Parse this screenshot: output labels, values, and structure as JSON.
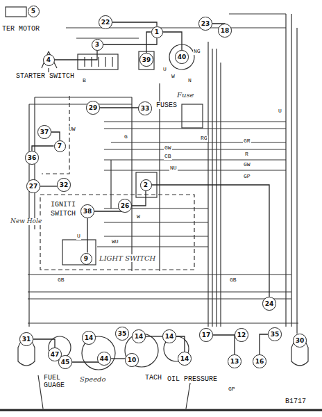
{
  "diagram": {
    "nodes": [
      {
        "text": [
          "5"
        ]
      },
      {
        "text": [
          "22"
        ]
      },
      {
        "text": [
          "1"
        ]
      },
      {
        "text": [
          "23"
        ]
      },
      {
        "text": [
          "18"
        ]
      },
      {
        "text": [
          "4"
        ]
      },
      {
        "text": [
          "3"
        ]
      },
      {
        "text": [
          "39"
        ]
      },
      {
        "text": [
          "40"
        ]
      },
      {
        "text": [
          "29"
        ]
      },
      {
        "text": [
          "33"
        ]
      },
      {
        "text": [
          "37"
        ]
      },
      {
        "text": [
          "7"
        ]
      },
      {
        "text": [
          "36"
        ]
      },
      {
        "text": [
          "27"
        ]
      },
      {
        "text": [
          "32"
        ]
      },
      {
        "text": [
          "2"
        ]
      },
      {
        "text": [
          "26"
        ]
      },
      {
        "text": [
          "38"
        ]
      },
      {
        "text": [
          "9"
        ]
      },
      {
        "text": [
          "24"
        ]
      },
      {
        "text": [
          "31"
        ]
      },
      {
        "text": [
          "47"
        ]
      },
      {
        "text": [
          "14"
        ]
      },
      {
        "text": [
          "45"
        ]
      },
      {
        "text": [
          "44"
        ]
      },
      {
        "text": [
          "35"
        ]
      },
      {
        "text": [
          "14"
        ]
      },
      {
        "text": [
          "10"
        ]
      },
      {
        "text": [
          "14"
        ]
      },
      {
        "text": [
          "14"
        ]
      },
      {
        "text": [
          "17"
        ]
      },
      {
        "text": [
          "12"
        ]
      },
      {
        "text": [
          "13"
        ]
      },
      {
        "text": [
          "35"
        ]
      },
      {
        "text": [
          "16"
        ]
      },
      {
        "text": [
          "30"
        ]
      }
    ],
    "edges": [
      {
        "from": 5,
        "to": 6,
        "arrow": "none"
      },
      {
        "from": 6,
        "to": 2,
        "arrow": "none"
      },
      {
        "from": 2,
        "to": 7,
        "arrow": "none"
      },
      {
        "from": 2,
        "to": 8,
        "arrow": "none"
      },
      {
        "from": 3,
        "to": 4,
        "arrow": "none"
      },
      {
        "from": 1,
        "to": 2,
        "arrow": "none"
      },
      {
        "from": 9,
        "to": 10,
        "arrow": "none"
      },
      {
        "from": 11,
        "to": 12,
        "arrow": "none"
      },
      {
        "from": 12,
        "to": 13,
        "arrow": "none"
      },
      {
        "from": 14,
        "to": 15,
        "arrow": "none"
      },
      {
        "from": 18,
        "to": 17,
        "arrow": "none"
      },
      {
        "from": 17,
        "to": 16,
        "arrow": "none"
      },
      {
        "from": 18,
        "to": 19,
        "arrow": "none"
      },
      {
        "from": 16,
        "to": 20,
        "arrow": "none"
      },
      {
        "from": 24,
        "to": 25,
        "arrow": "none"
      },
      {
        "from": 25,
        "to": 28,
        "arrow": "none"
      },
      {
        "from": 27,
        "to": 29,
        "arrow": "none"
      },
      {
        "from": 29,
        "to": 30,
        "arrow": "none"
      },
      {
        "from": 31,
        "to": 32,
        "arrow": "none"
      },
      {
        "from": 32,
        "to": 33,
        "arrow": "none"
      },
      {
        "from": 34,
        "to": 35,
        "arrow": "none"
      },
      {
        "from": 21,
        "to": 22,
        "arrow": "none"
      }
    ],
    "labels": [
      "TER MOTOR",
      "STARTER SWITCH",
      "FUSES",
      "Fuse",
      "IGNITI",
      "SWITCH",
      "New Hole",
      "LIGHT SWITCH",
      "FUEL GUAGE",
      "Speedo",
      "TACH",
      "OIL PRESSURE",
      "B1717",
      "NG",
      "U",
      "W",
      "N",
      "B",
      "UW",
      "G",
      "GW",
      "CB",
      "NU",
      "W",
      "WU",
      "U",
      "GB",
      "GB",
      "GR",
      "R",
      "GW",
      "GP",
      "U",
      "GP",
      "RG"
    ]
  }
}
